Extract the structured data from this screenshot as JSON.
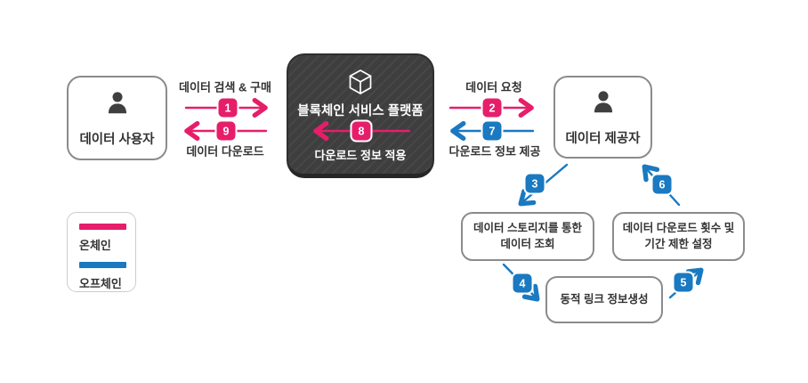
{
  "colors": {
    "onchain": "#e61e6a",
    "offchain": "#1a79c0"
  },
  "nodes": {
    "user": {
      "label": "데이터 사용자",
      "icon": "person-icon"
    },
    "platform": {
      "label": "블록체인 서비스 플랫폼",
      "icon": "cube-icon",
      "action": {
        "num": "8",
        "label": "다운로드 정보 적용",
        "chain": "on"
      }
    },
    "provider": {
      "label": "데이터 제공자",
      "icon": "person-icon"
    },
    "storage_query": {
      "line1": "데이터 스토리지를 통한",
      "line2": "데이터 조회"
    },
    "download_limit": {
      "line1": "데이터 다운로드 횟수 및",
      "line2": "기간 제한 설정"
    },
    "dynamic_link": {
      "label": "동적 링크 정보생성"
    }
  },
  "flows": {
    "search_purchase": {
      "num": "1",
      "label": "데이터 검색 & 구매",
      "chain": "on"
    },
    "data_download": {
      "num": "9",
      "label": "데이터 다운로드",
      "chain": "on"
    },
    "data_request": {
      "num": "2",
      "label": "데이터 요청",
      "chain": "on"
    },
    "download_info_provide": {
      "num": "7",
      "label": "다운로드 정보 제공",
      "chain": "off"
    },
    "storage_lookup": {
      "num": "3",
      "chain": "off"
    },
    "dynamic_link_gen": {
      "num": "4",
      "chain": "off"
    },
    "limit_setting": {
      "num": "5",
      "chain": "off"
    },
    "provider_return": {
      "num": "6",
      "chain": "off"
    }
  },
  "legend": {
    "onchain_label": "온체인",
    "offchain_label": "오프체인"
  }
}
